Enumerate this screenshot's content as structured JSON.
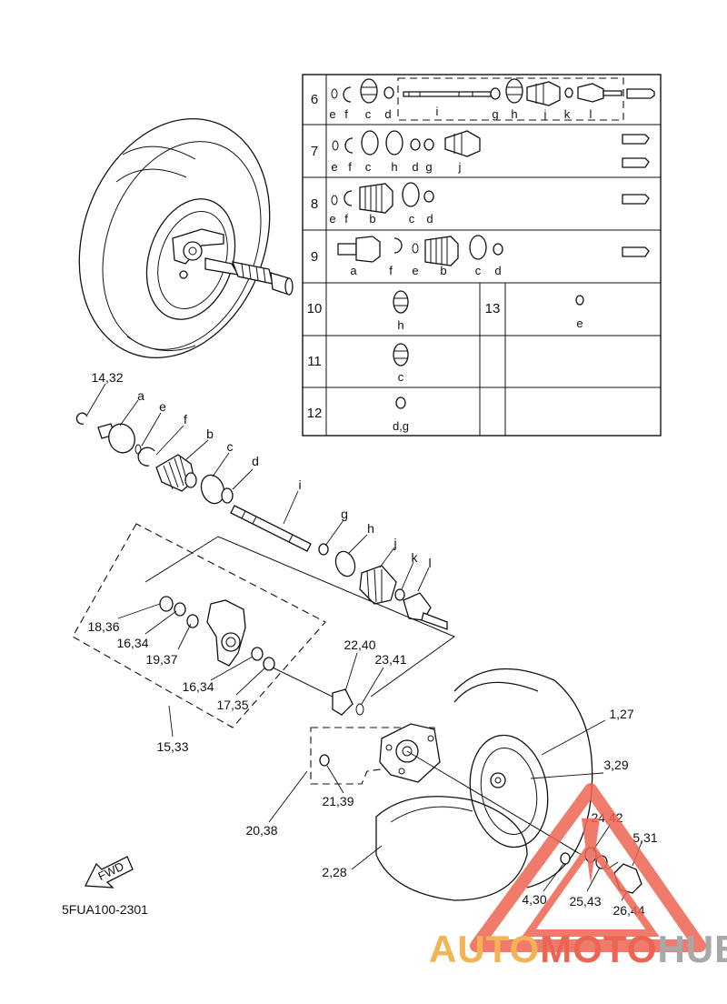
{
  "diagram": {
    "code": "5FUA100-2301",
    "fwd_label": "FWD",
    "callouts": [
      {
        "key": "c1432",
        "text": "14,32"
      },
      {
        "key": "ca",
        "text": "a"
      },
      {
        "key": "ce",
        "text": "e"
      },
      {
        "key": "cf",
        "text": "f"
      },
      {
        "key": "cb",
        "text": "b"
      },
      {
        "key": "cc",
        "text": "c"
      },
      {
        "key": "cd",
        "text": "d"
      },
      {
        "key": "ci",
        "text": "i"
      },
      {
        "key": "cg",
        "text": "g"
      },
      {
        "key": "ch",
        "text": "h"
      },
      {
        "key": "cj",
        "text": "j"
      },
      {
        "key": "ck",
        "text": "k"
      },
      {
        "key": "cl",
        "text": "l"
      },
      {
        "key": "c1836",
        "text": "18,36"
      },
      {
        "key": "c1634a",
        "text": "16,34"
      },
      {
        "key": "c1937",
        "text": "19,37"
      },
      {
        "key": "c1634b",
        "text": "16,34"
      },
      {
        "key": "c1735",
        "text": "17,35"
      },
      {
        "key": "c1533",
        "text": "15,33"
      },
      {
        "key": "c2240",
        "text": "22,40"
      },
      {
        "key": "c2341",
        "text": "23,41"
      },
      {
        "key": "c127",
        "text": "1,27"
      },
      {
        "key": "c329",
        "text": "3,29"
      },
      {
        "key": "c2139",
        "text": "21,39"
      },
      {
        "key": "c2038",
        "text": "20,38"
      },
      {
        "key": "c2442",
        "text": "24,42"
      },
      {
        "key": "c531",
        "text": "5,31"
      },
      {
        "key": "c228",
        "text": "2,28"
      },
      {
        "key": "c430",
        "text": "4,30"
      },
      {
        "key": "c2543",
        "text": "25,43"
      },
      {
        "key": "c2644",
        "text": "26,44"
      }
    ]
  },
  "kit_table": {
    "rows": [
      {
        "no": "6",
        "letters": [
          "e",
          "f",
          "c",
          "d",
          "i",
          "g",
          "h",
          "j",
          "k",
          "l"
        ]
      },
      {
        "no": "7",
        "letters": [
          "e",
          "f",
          "c",
          "h",
          "d",
          "g",
          "j"
        ]
      },
      {
        "no": "8",
        "letters": [
          "e",
          "f",
          "b",
          "c",
          "d"
        ]
      },
      {
        "no": "9",
        "letters": [
          "a",
          "f",
          "e",
          "b",
          "c",
          "d"
        ]
      },
      {
        "no": "10",
        "letters": [
          "h"
        ]
      },
      {
        "no": "11",
        "letters": [
          "c"
        ]
      },
      {
        "no": "12",
        "letters": [
          "d,g"
        ]
      },
      {
        "no": "13",
        "letters": [
          "e"
        ]
      }
    ]
  },
  "watermark": {
    "part1": "AUTO",
    "part2": "MOTO",
    "part3": "HUB",
    "colors": {
      "auto": "#f3b455",
      "moto": "#ee6452",
      "hub": "#a8a8a8",
      "triangle": "#ee6452"
    }
  }
}
